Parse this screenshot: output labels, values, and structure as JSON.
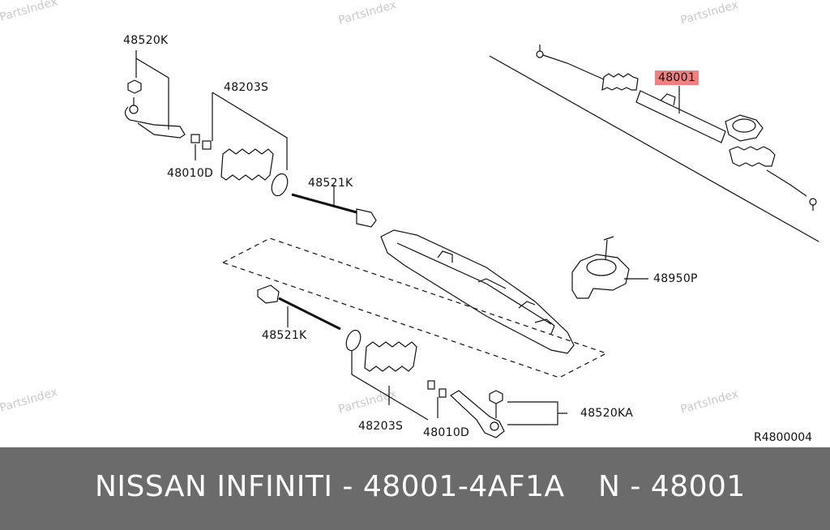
{
  "watermark": "PartsIndex",
  "callouts": {
    "tie_rod_end_upper": "48520K",
    "boot_upper": "48203S",
    "clip_upper": "48010D",
    "inner_tie_rod_upper": "48521K",
    "steering_gear": "48001",
    "boot_grommet": "48950P",
    "inner_tie_rod_lower": "48521K",
    "boot_lower": "48203S",
    "clip_lower": "48010D",
    "tie_rod_end_lower": "48520KA"
  },
  "reference": "R4800004",
  "footer": {
    "title": "NISSAN INFINITI - 48001-4AF1A",
    "part_ref": "N - 48001"
  },
  "colors": {
    "highlight": "#f08080",
    "footer_bg": "#6b6b6b",
    "footer_text": "#ffffff",
    "line": "#111111",
    "watermark": "#c9c9c9"
  }
}
